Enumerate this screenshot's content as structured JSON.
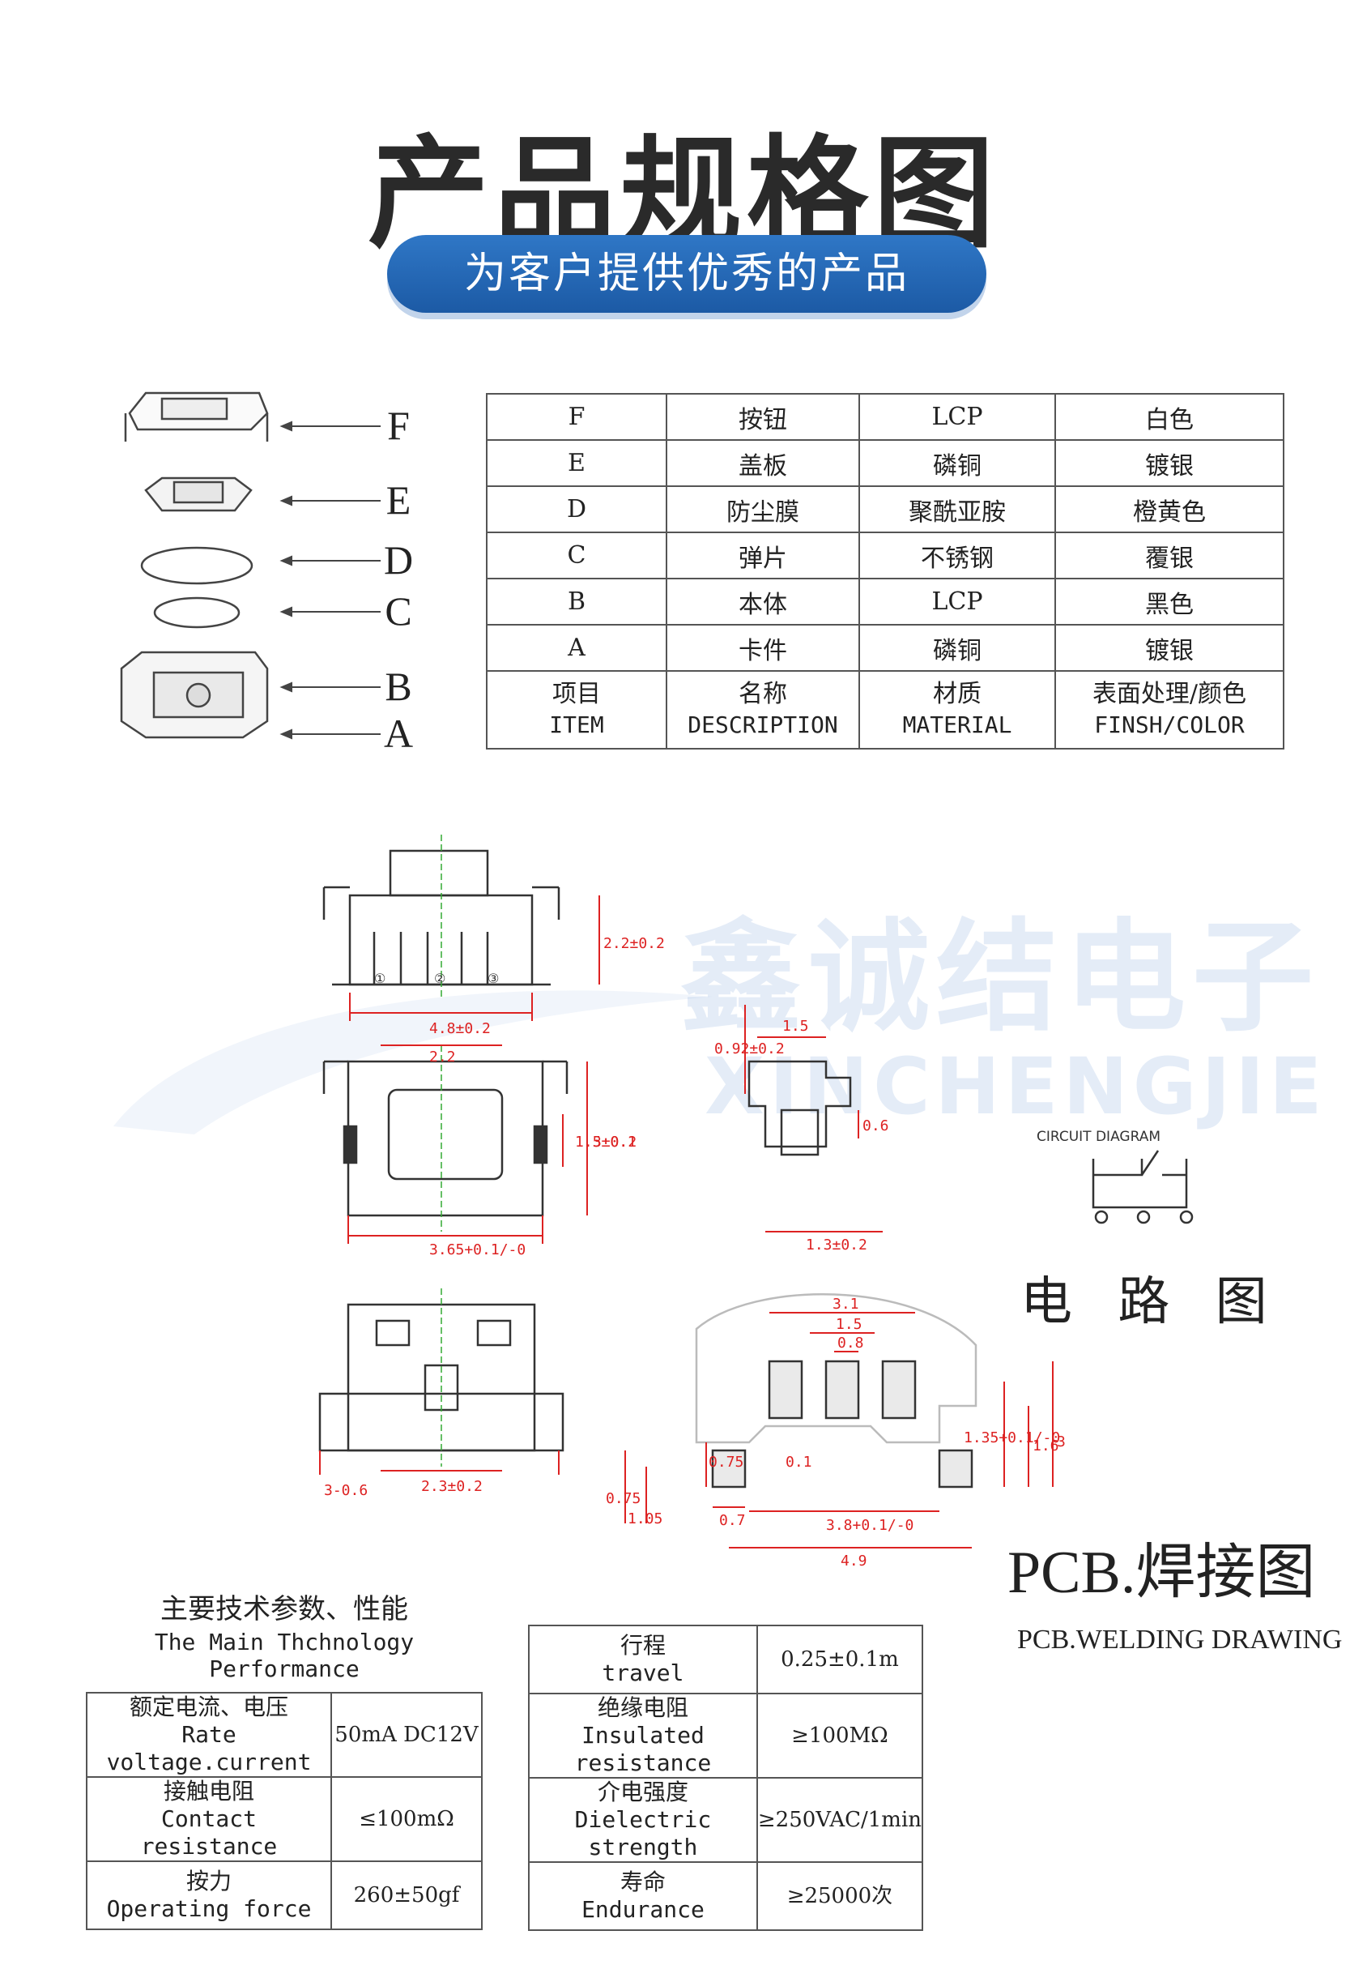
{
  "header": {
    "title": "产品规格图",
    "subtitle": "为客户提供优秀的产品"
  },
  "watermark": {
    "cn": "鑫诚结电子",
    "en": "XINCHENGJIE"
  },
  "explode_labels": [
    "F",
    "E",
    "D",
    "C",
    "B",
    "A"
  ],
  "parts_table": {
    "rows": [
      {
        "item": "F",
        "name": "按钮",
        "material": "LCP",
        "finish": "白色"
      },
      {
        "item": "E",
        "name": "盖板",
        "material": "磷铜",
        "finish": "镀银"
      },
      {
        "item": "D",
        "name": "防尘膜",
        "material": "聚酰亚胺",
        "finish": "橙黄色"
      },
      {
        "item": "C",
        "name": "弹片",
        "material": "不锈钢",
        "finish": "覆银"
      },
      {
        "item": "B",
        "name": "本体",
        "material": "LCP",
        "finish": "黑色"
      },
      {
        "item": "A",
        "name": "卡件",
        "material": "磷铜",
        "finish": "镀银"
      }
    ],
    "header": {
      "item_cn": "项目",
      "item_en": "ITEM",
      "name_cn": "名称",
      "name_en": "DESCRIPTION",
      "material_cn": "材质",
      "material_en": "MATERIAL",
      "finish_cn": "表面处理/颜色",
      "finish_en": "FINSH/COLOR"
    }
  },
  "dimensions": {
    "front_height": "2.2±0.2",
    "front_width": "4.8±0.2",
    "top_inner": "2.2",
    "top_h1": "1.5±0.1",
    "top_h2": "3±0.2",
    "top_width": "3.65+0.1/-0",
    "side_top": "0.92±0.2",
    "side_w1": "1.5",
    "side_h": "0.6",
    "side_w2": "1.3±0.2",
    "bottom_w1": "3-0.6",
    "bottom_w2": "2.3±0.2",
    "pcb_top": "3.1",
    "pcb_mid": "1.5",
    "pcb_pad": "0.8",
    "pcb_h1": "0.75",
    "pcb_h2": "0.75",
    "pcb_h3": "1.05",
    "pcb_w_small": "0.7",
    "pcb_gap": "0.1",
    "pcb_r1": "1.35+0.1/-0",
    "pcb_r2": "1.6",
    "pcb_r3": "3",
    "pcb_w_mid": "3.8+0.1/-0",
    "pcb_w_total": "4.9",
    "pins": [
      "①",
      "②",
      "③"
    ]
  },
  "circuit": {
    "caption": "CIRCUIT DIAGRAM",
    "title": "电 路 图"
  },
  "pcb": {
    "title": "PCB.焊接图",
    "subtitle": "PCB.WELDING DRAWING"
  },
  "specs": {
    "title_cn": "主要技术参数、性能",
    "title_en": "The Main Thchnology Performance",
    "left": [
      {
        "cn": "额定电流、电压",
        "en": "Rate voltage.current",
        "value": "50mA DC12V"
      },
      {
        "cn": "接触电阻",
        "en": "Contact resistance",
        "value": "≤100mΩ"
      },
      {
        "cn": "按力",
        "en": "Operating force",
        "value": "260±50gf"
      }
    ],
    "right": [
      {
        "cn": "行程",
        "en": "travel",
        "value": "0.25±0.1m"
      },
      {
        "cn": "绝缘电阻",
        "en": "Insulated resistance",
        "value": "≥100MΩ"
      },
      {
        "cn": "介电强度",
        "en": "Dielectric strength",
        "value": "≥250VAC/1min"
      },
      {
        "cn": "寿命",
        "en": "Endurance",
        "value": "≥25000次"
      }
    ]
  }
}
